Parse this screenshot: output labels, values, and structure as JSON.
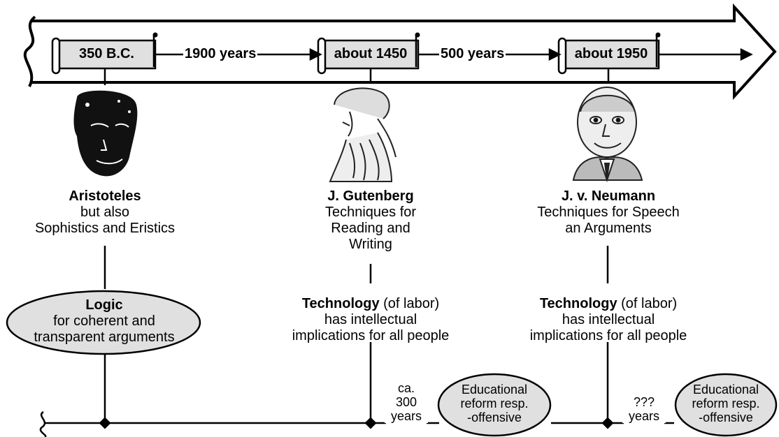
{
  "timeline": {
    "dates": [
      "350 B.C.",
      "about 1450",
      "about 1950"
    ],
    "gaps": [
      "1900 years",
      "500 years"
    ]
  },
  "people": [
    {
      "name": "Aristoteles",
      "lines": [
        "but also",
        "Sophistics and Eristics"
      ],
      "portrait_icon": "aristotle-portrait"
    },
    {
      "name": "J. Gutenberg",
      "lines": [
        "Techniques for",
        "Reading and",
        "Writing"
      ],
      "portrait_icon": "gutenberg-portrait"
    },
    {
      "name": "J. v. Neumann",
      "lines": [
        "Techniques for Speech",
        "an Arguments"
      ],
      "portrait_icon": "neumann-portrait"
    }
  ],
  "logic": {
    "title": "Logic",
    "lines": [
      "for coherent and",
      "transparent arguments"
    ]
  },
  "technology": [
    {
      "bold": "Technology",
      "rest": " (of labor)",
      "lines": [
        "has intellectual",
        "implications for all people"
      ]
    },
    {
      "bold": "Technology",
      "rest": " (of labor)",
      "lines": [
        "has intellectual",
        "implications for all people"
      ]
    }
  ],
  "bottom": {
    "gap1": [
      "ca.",
      "300",
      "years"
    ],
    "gap2": [
      "???",
      "years"
    ],
    "reform": [
      "Educational",
      "reform resp.",
      "-offensive"
    ]
  },
  "colors": {
    "fill_gray": "#e0e0e0",
    "stroke": "#000000"
  }
}
